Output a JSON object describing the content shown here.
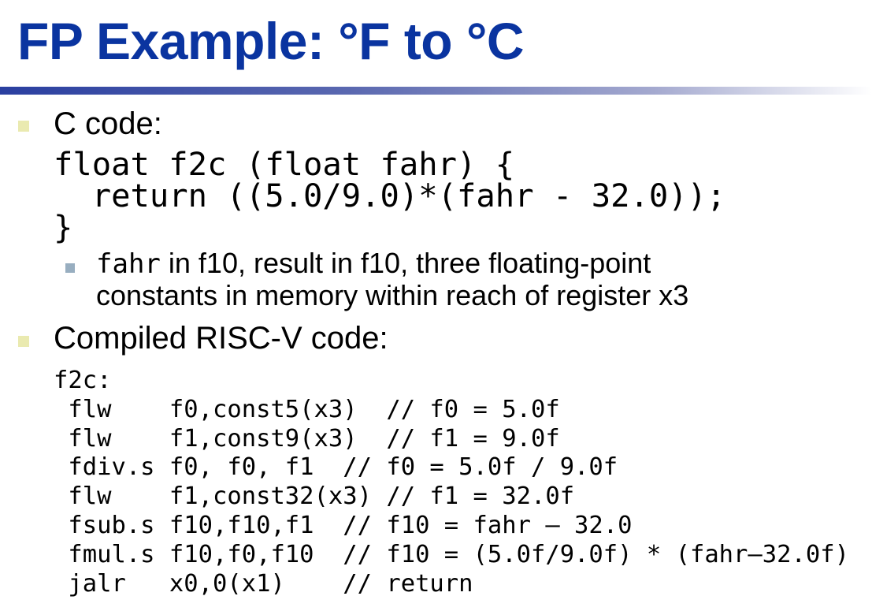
{
  "title": "FP Example: °F to °C",
  "bullets": [
    {
      "label": "C code:"
    },
    {
      "label": "Compiled RISC-V code:"
    }
  ],
  "c_code": [
    "float f2c (float fahr) {",
    "  return ((5.0/9.0)*(fahr - 32.0));",
    "}"
  ],
  "sub_bullet": {
    "code_word": "fahr",
    "line1_rest": " in f10, result in f10, three floating-point",
    "line2": "constants in memory within reach of register x3"
  },
  "asm_code": [
    "f2c:",
    " flw    f0,const5(x3)  // f0 = 5.0f",
    " flw    f1,const9(x3)  // f1 = 9.0f",
    " fdiv.s f0, f0, f1  // f0 = 5.0f / 9.0f",
    " flw    f1,const32(x3) // f1 = 32.0f",
    " fsub.s f10,f10,f1  // f10 = fahr – 32.0",
    " fmul.s f10,f0,f10  // f10 = (5.0f/9.0f) * (fahr–32.0f)",
    " jalr   x0,0(x1)    // return"
  ]
}
